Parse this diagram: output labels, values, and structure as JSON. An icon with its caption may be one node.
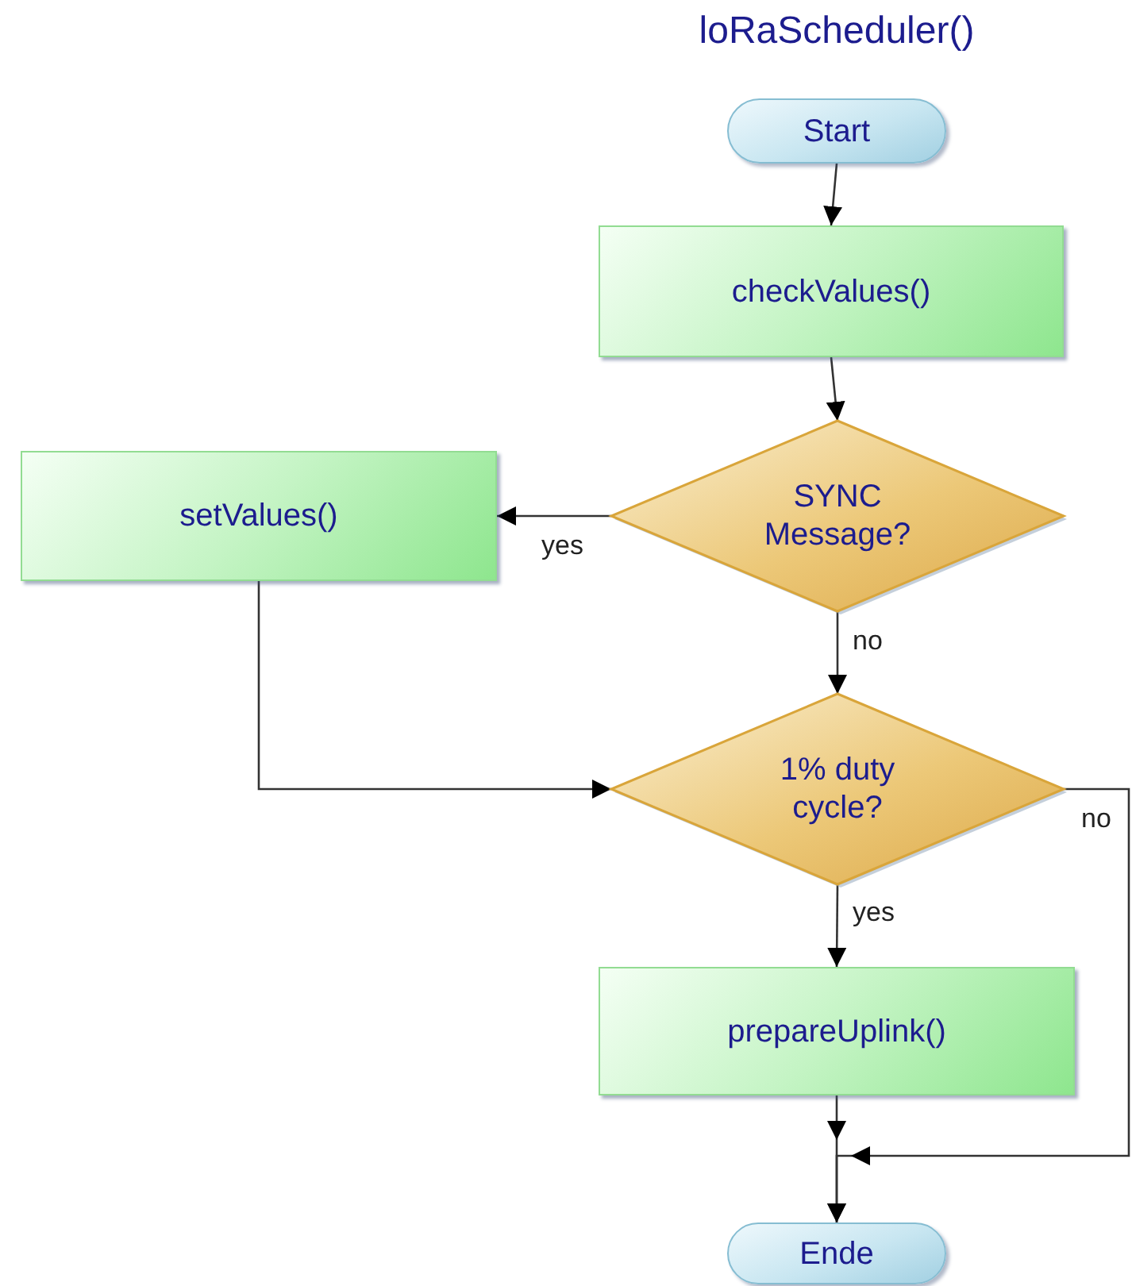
{
  "diagram": {
    "title": "loRaScheduler()",
    "nodes": [
      {
        "text": [
          "Start"
        ]
      },
      {
        "text": [
          "checkValues()"
        ]
      },
      {
        "text": [
          "SYNC Message?"
        ]
      },
      {
        "text": [
          "setValues()"
        ]
      },
      {
        "text": [
          "1% duty cycle?"
        ]
      },
      {
        "text": [
          "prepareUplink()"
        ]
      },
      {
        "text": [
          "Ende"
        ]
      }
    ],
    "edges": [
      {
        "from": 0,
        "to": 1,
        "arrow": "to"
      },
      {
        "from": 1,
        "to": 2,
        "arrow": "to"
      },
      {
        "from": 2,
        "to": 3,
        "arrow": "to",
        "label": "yes"
      },
      {
        "from": 2,
        "to": 4,
        "arrow": "to",
        "label": "no"
      },
      {
        "from": 3,
        "to": 4,
        "arrow": "to"
      },
      {
        "from": 4,
        "to": 5,
        "arrow": "to",
        "label": "yes"
      },
      {
        "from": 4,
        "to": 6,
        "arrow": "to",
        "label": "no"
      },
      {
        "from": 5,
        "to": 6,
        "arrow": "to"
      }
    ]
  }
}
